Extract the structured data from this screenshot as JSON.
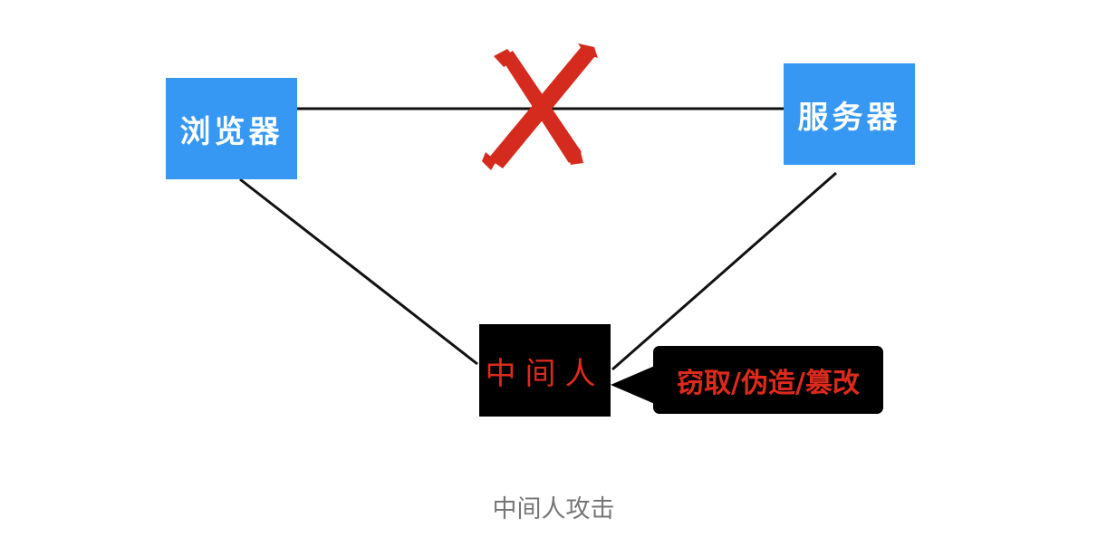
{
  "nodes": {
    "browser": "浏览器",
    "server": "服务器",
    "mitm": "中间人"
  },
  "callout": "窃取/伪造/篡改",
  "caption": "中间人攻击",
  "colors": {
    "node_blue": "#3798f3",
    "mitm_black": "#000000",
    "mitm_text_red": "#dd2a1c",
    "cross_red": "#d52b1e",
    "caption_gray": "#767676"
  },
  "icons": {
    "blocked_connection": "red-cross-icon"
  }
}
